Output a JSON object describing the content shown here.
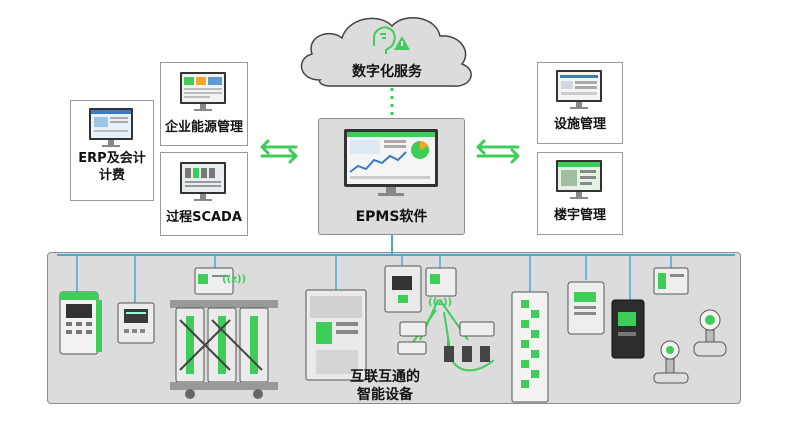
{
  "cloud": {
    "label": "数字化服务"
  },
  "left": {
    "erp": "ERP及会计\n计费",
    "energy": "企业能源管理",
    "scada": "过程SCADA"
  },
  "center": {
    "label": "EPMS软件"
  },
  "right": {
    "facility": "设施管理",
    "building": "楼宇管理"
  },
  "devices": {
    "caption_line1": "互联互通的",
    "caption_line2": "智能设备",
    "wireless_badge": "((z))"
  },
  "colors": {
    "accent": "#3dcd58",
    "panel": "#d9d9d9",
    "border": "#8c8c8c",
    "network_line": "#4aa8d8"
  },
  "icons": [
    "cloud-icon",
    "head-alert-icon",
    "sync-arrows-icon",
    "monitor-icon",
    "device-icon"
  ]
}
